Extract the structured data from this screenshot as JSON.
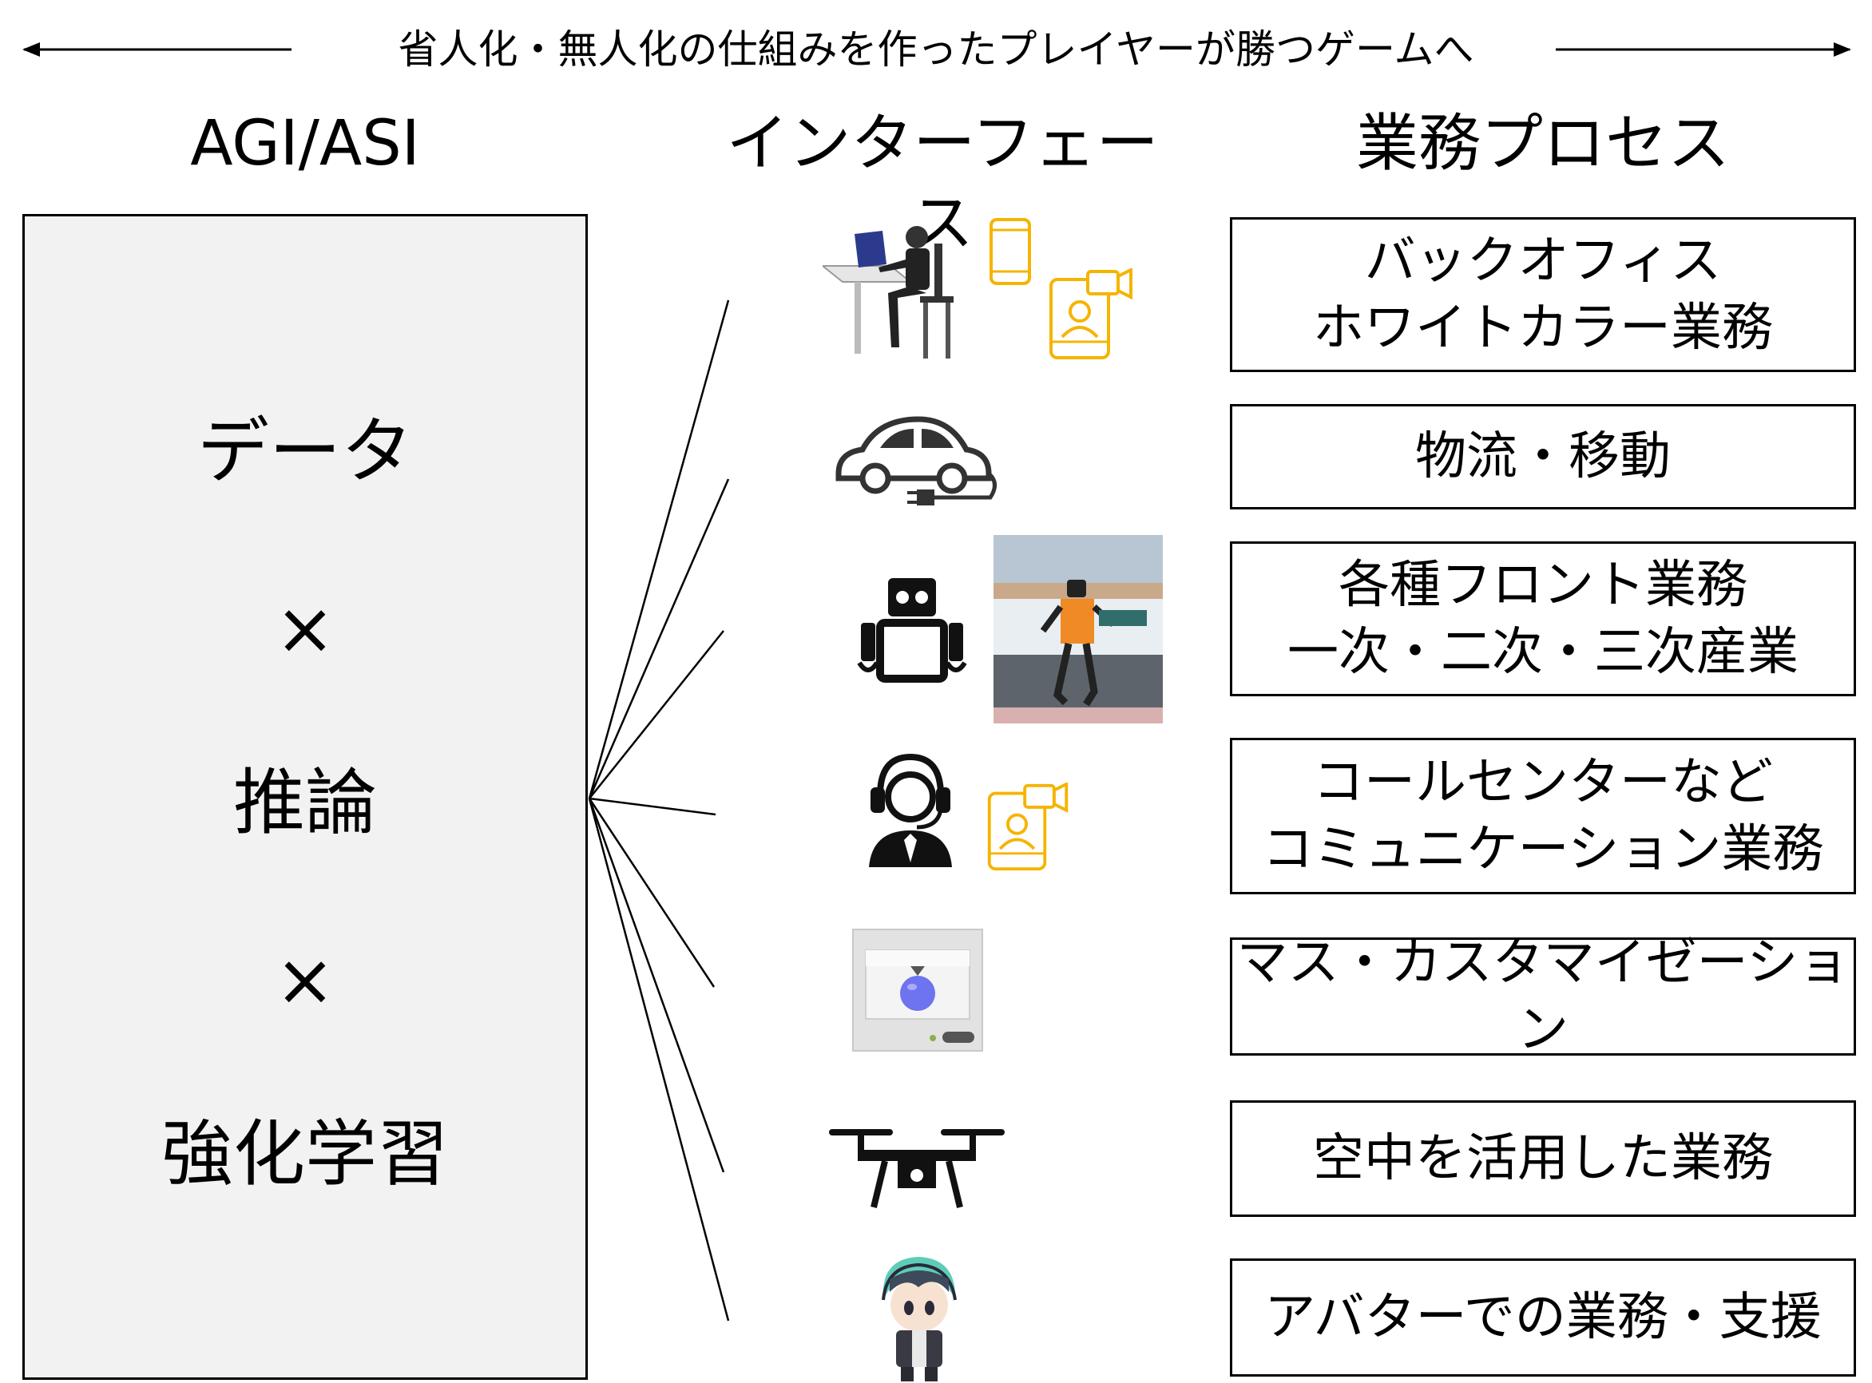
{
  "banner": {
    "text": "省人化・無人化の仕組みを作ったプレイヤーが勝つゲームへ"
  },
  "headers": {
    "left": "AGI/ASI",
    "middle": "インターフェース",
    "right": "業務プロセス"
  },
  "left_box": {
    "items": [
      "データ",
      "×",
      "推論",
      "×",
      "強化学習"
    ]
  },
  "processes": [
    {
      "line1": "バックオフィス",
      "line2": "ホワイトカラー業務"
    },
    {
      "line1": "物流・移動",
      "line2": ""
    },
    {
      "line1": "各種フロント業務",
      "line2": "一次・二次・三次産業"
    },
    {
      "line1": "コールセンターなど",
      "line2": "コミュニケーション業務"
    },
    {
      "line1": "マス・カスタマイゼーション",
      "line2": ""
    },
    {
      "line1": "空中を活用した業務",
      "line2": ""
    },
    {
      "line1": "アバターでの業務・支援",
      "line2": ""
    }
  ],
  "interfaces": [
    {
      "icon": "office-worker-icon",
      "extra": "smartphone-icon, video-call-icon"
    },
    {
      "icon": "electric-car-icon"
    },
    {
      "icon": "robot-icon",
      "extra": "humanoid-robot-photo"
    },
    {
      "icon": "call-center-operator-icon",
      "extra": "video-call-icon"
    },
    {
      "icon": "3d-printer-icon"
    },
    {
      "icon": "drone-icon"
    },
    {
      "icon": "avatar-character-icon"
    }
  ],
  "colors": {
    "accent": "#f5b400",
    "box_fill": "#f2f2f2",
    "line": "#000000"
  }
}
